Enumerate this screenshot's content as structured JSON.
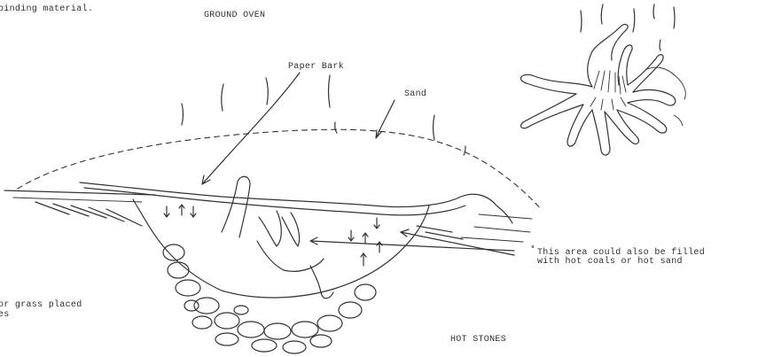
{
  "labels": {
    "binding_material": "binding material.",
    "title": "GROUND OVEN",
    "paper_bark": "Paper Bark",
    "sand": "Sand",
    "note_line1": "This area could also be filled",
    "note_line2": "with hot coals or hot sand",
    "note_marker": "*",
    "grass_line1": "or grass placed",
    "grass_line2": "es",
    "hot_stones": "HOT STONES"
  },
  "icons": {
    "plant": "plant-icon",
    "arrow": "arrow-icon",
    "stone": "stone-icon"
  }
}
